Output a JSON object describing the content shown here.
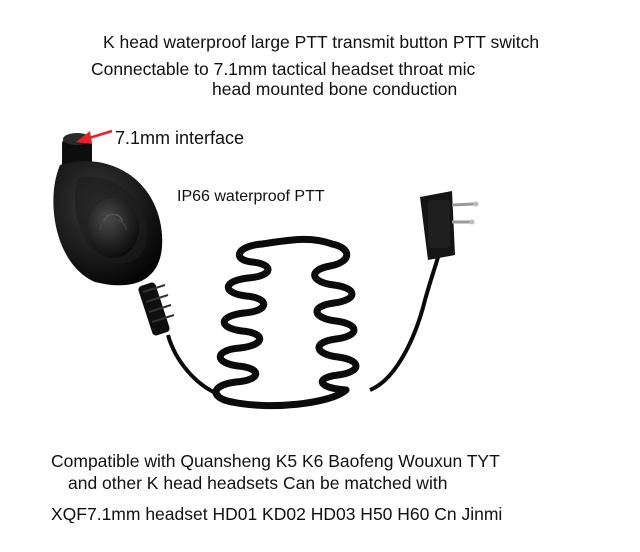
{
  "headline": {
    "line1": "K head waterproof large PTT transmit button PTT switch",
    "line2": "Connectable to 7.1mm tactical headset throat mic",
    "line3": "head mounted bone conduction"
  },
  "callouts": {
    "interface": "7.1mm interface",
    "ptt": "IP66 waterproof PTT"
  },
  "compatibility": {
    "line1": "Compatible with Quansheng K5 K6 Baofeng Wouxun TYT",
    "line2": "and other K head headsets Can be matched with",
    "line3": "XQF7.1mm headset   HD01  KD02  HD03  H50  H60  Cn  Jinmi"
  },
  "colors": {
    "background": "#ffffff",
    "device": "#111111",
    "arrow": "#e8202a"
  }
}
